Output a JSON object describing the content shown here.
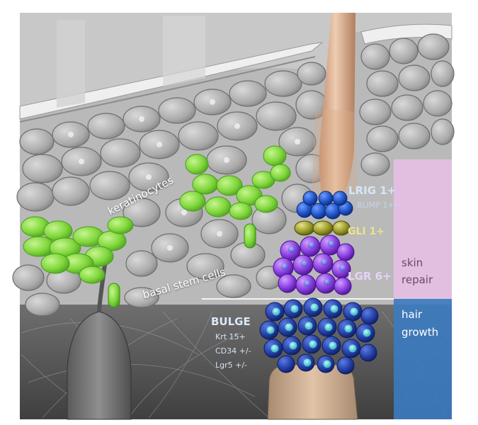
{
  "labels": {
    "keratinocytes": "keratinocytes",
    "basal_stem_cells": "basal stem cells",
    "lrig": "LRIG 1+",
    "blimp": "BLIMP 1+/-",
    "gli": "GLI 1+",
    "lgr": "LGR 6+",
    "skin_repair": [
      "skin",
      "repair"
    ],
    "hair_growth": [
      "hair",
      "growth"
    ],
    "bulge": "BULGE",
    "bulge_markers": [
      "Krt 15+",
      "CD34 +/-",
      "Lgr5 +/-"
    ]
  },
  "colors": {
    "skin_repair_band": "#e7bfe6",
    "hair_growth_band": "#3c7bc0",
    "keratinocyte_green": "#7ed63a",
    "lrig_cells": "#1f55c9",
    "gli_cells": "#9a9a2a",
    "lgr_cells": "#8a3ee0",
    "bulge_cells": "#2540a8",
    "bulge_nuclei": "#49d6df",
    "hair_shaft": "#e3b494",
    "background_cells": "#9b9b9b"
  }
}
